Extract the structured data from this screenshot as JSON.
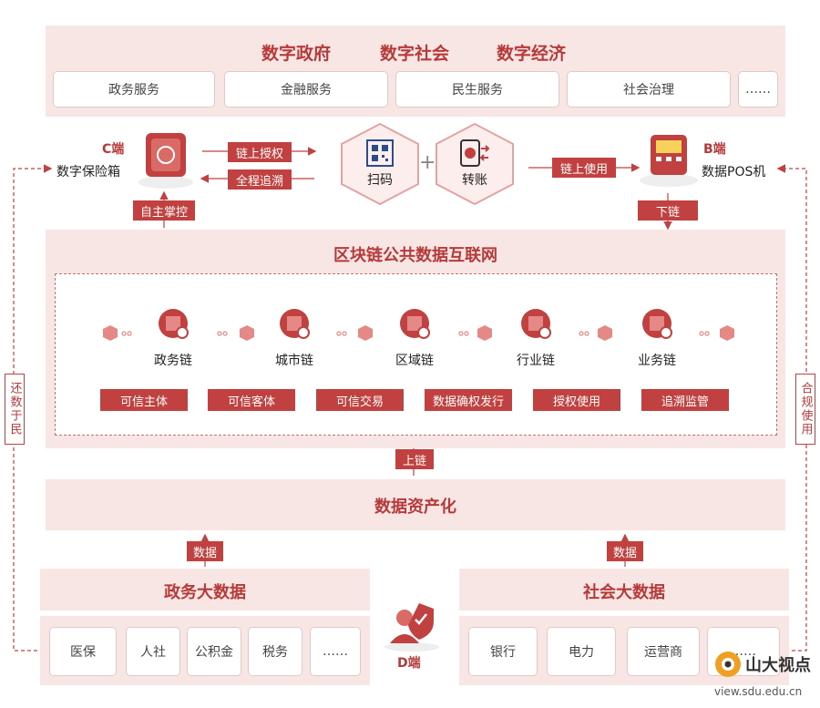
{
  "top": {
    "headings": [
      "数字政府",
      "数字社会",
      "数字经济"
    ],
    "services": [
      "政务服务",
      "金融服务",
      "民生服务",
      "社会治理",
      "……"
    ]
  },
  "c_end": {
    "name": "C端",
    "desc": "数字保险箱",
    "control": "自主掌控"
  },
  "b_end": {
    "name": "B端",
    "desc": "数据POS机",
    "tag": "链上使用",
    "down": "下链"
  },
  "middle": {
    "auth": "链上授权",
    "trace": "全程追溯",
    "scan": "扫码",
    "plus": "+",
    "transfer": "转账"
  },
  "blockchain": {
    "title": "区块链公共数据互联网",
    "chains": [
      "政务链",
      "城市链",
      "区域链",
      "行业链",
      "业务链"
    ],
    "tags": [
      "可信主体",
      "可信客体",
      "可信交易",
      "数据确权发行",
      "授权使用",
      "追溯监管"
    ]
  },
  "onchain": "上链",
  "assetization": "数据资产化",
  "data_label": "数据",
  "gov_bigdata": {
    "title": "政务大数据",
    "items": [
      "医保",
      "人社",
      "公积金",
      "税务",
      "……"
    ]
  },
  "soc_bigdata": {
    "title": "社会大数据",
    "items": [
      "银行",
      "电力",
      "运营商",
      "……"
    ]
  },
  "d_end": "D端",
  "left_side": "还数于民",
  "right_side": "合规使用",
  "watermark": {
    "name": "山大视点",
    "url": "view.sdu.edu.cn"
  },
  "colors": {
    "accent": "#c0413f",
    "band": "#f8e6e4",
    "title": "#b73a3a"
  }
}
